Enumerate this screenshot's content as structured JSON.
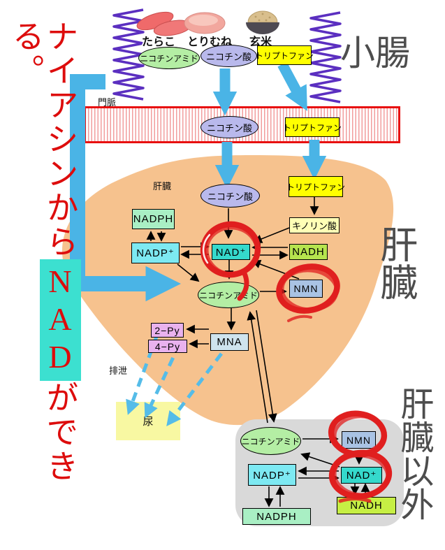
{
  "title": {
    "pre": "ナイアシンから",
    "highlight": "NAD",
    "post": "ができる。"
  },
  "labels": {
    "small_intestine": "小腸",
    "portal_vein": "門脈",
    "liver_small": "肝臓",
    "liver_large": "肝臓",
    "non_liver": "肝臓以外",
    "excretion": "排泄",
    "urine": "尿"
  },
  "foods": {
    "tarako": "たらこ",
    "torimune": "とりむね",
    "genmai": "玄米"
  },
  "nodes": {
    "intestine_nicotinamide": "ニコチンアミド",
    "intestine_nicotinic_acid": "ニコチン酸",
    "intestine_tryptophan": "トリプトファン",
    "portal_nicotinic_acid": "ニコチン酸",
    "portal_tryptophan": "トリプトファン",
    "liver_nicotinic_acid": "ニコチン酸",
    "liver_tryptophan": "トリプトファン",
    "liver_quinolinic_acid": "キノリン酸",
    "liver_nadph": "NADPH",
    "liver_nadp": "NADP⁺",
    "liver_nad": "NAD⁺",
    "liver_nadh": "NADH",
    "liver_nicotinamide": "ニコチンアミド",
    "liver_nmn": "NMN",
    "liver_mna": "MNA",
    "liver_2py": "2−Py",
    "liver_4py": "4−Py",
    "nonliver_nicotinamide": "ニコチンアミド",
    "nonliver_nmn": "NMN",
    "nonliver_nadp": "NADP⁺",
    "nonliver_nad": "NAD⁺",
    "nonliver_nadh": "NADH",
    "nonliver_nadph": "NADPH"
  },
  "colors": {
    "title_red": "#dd0c0c",
    "nad_highlight": "#3ce0d0",
    "big_arrow_blue": "#4ab4e6",
    "zigzag_purple": "#5b2fc0",
    "portal_band_red": "#e81010",
    "liver_orange": "#f6c28e",
    "nonliver_gray": "#d9d9d9",
    "region_text_gray": "#4d4d4d",
    "marker_red": "#e01f1f",
    "nicotinamide_green": "#b4eea4",
    "nicotinic_lavender": "#b9b9ec",
    "tryptophan_yellow": "#ffff00",
    "quinolinic_pale_yellow": "#ffffb6",
    "nadph_mint": "#a9efc4",
    "nadp_cyan": "#7de9f2",
    "nad_turquoise": "#35d9cc",
    "nadh_yellow_green": "#b6e44e",
    "nmn_steel_blue": "#a9c3e4",
    "mna_pale_blue": "#cfe4ee",
    "py_violet": "#e9b2ee",
    "urine_yellow": "#f8f8a2"
  }
}
